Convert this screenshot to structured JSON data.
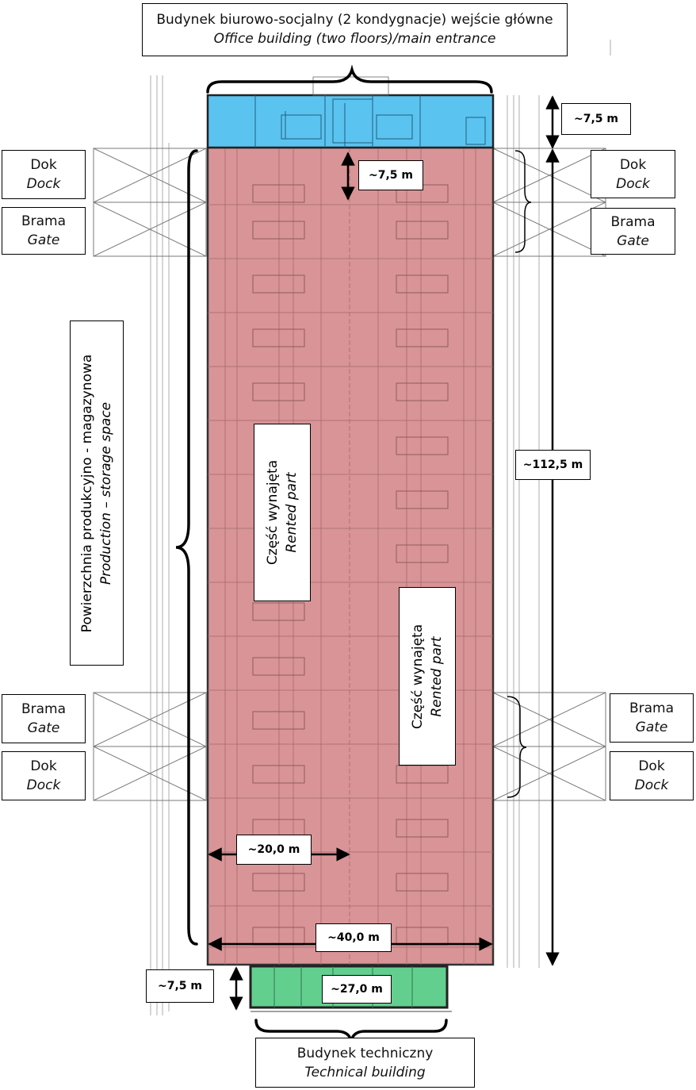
{
  "colors": {
    "office": "#5bc3f0",
    "production": "#d89496",
    "technical": "#63cf8f",
    "lines": "#6a6a6a"
  },
  "office_building": {
    "pl": "Budynek biurowo-socjalny (2 kondygnacje) wejście główne",
    "en": "Office building (two floors)/main entrance"
  },
  "technical_building": {
    "pl": "Budynek techniczny",
    "en": "Technical building"
  },
  "production_area": {
    "pl": "Powierzchnia produkcyjno - magazynowa",
    "en": "Production – storage space"
  },
  "rented_part_1": {
    "pl": "Część wynajęta",
    "en": "Rented part"
  },
  "rented_part_2": {
    "pl": "Część wynajęta",
    "en": "Rented part"
  },
  "left_top_dock": {
    "pl": "Dok",
    "en": "Dock"
  },
  "left_top_gate": {
    "pl": "Brama",
    "en": "Gate"
  },
  "right_top_dock": {
    "pl": "Dok",
    "en": "Dock"
  },
  "right_top_gate": {
    "pl": "Brama",
    "en": "Gate"
  },
  "left_bottom_gate": {
    "pl": "Brama",
    "en": "Gate"
  },
  "left_bottom_dock": {
    "pl": "Dok",
    "en": "Dock"
  },
  "right_bottom_gate": {
    "pl": "Brama",
    "en": "Gate"
  },
  "right_bottom_dock": {
    "pl": "Dok",
    "en": "Dock"
  },
  "dimensions": {
    "office_depth": "~7,5 m",
    "inner_offset": "~7,5 m",
    "total_length": "~112,5 m",
    "half_width": "~20,0 m",
    "full_width": "~40,0 m",
    "technical_depth": "~7,5 m",
    "technical_width": "~27,0 m"
  }
}
